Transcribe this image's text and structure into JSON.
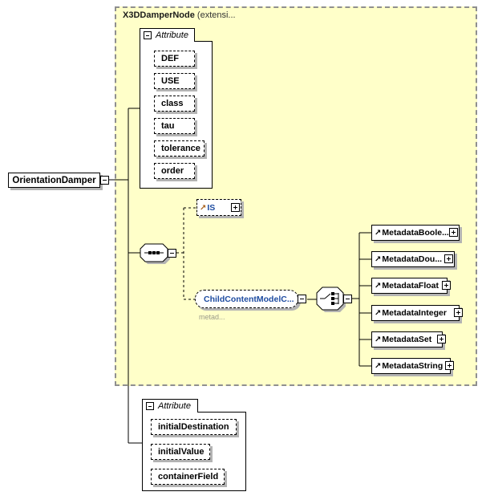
{
  "header": {
    "name_bold": "X3DDamperNode",
    "name_rest": " (extensi..."
  },
  "root": {
    "label": "OrientationDamper"
  },
  "attr_top": {
    "label": "Attribute",
    "items": [
      "DEF",
      "USE",
      "class",
      "tau",
      "tolerance",
      "order"
    ]
  },
  "is_ref": {
    "label": "IS"
  },
  "child_content": {
    "label": "ChildContentModelC...",
    "note": "metad..."
  },
  "metadata": {
    "items": [
      "MetadataBoole...",
      "MetadataDou...",
      "MetadataFloat",
      "MetadataInteger",
      "MetadataSet",
      "MetadataString"
    ]
  },
  "attr_bottom": {
    "label": "Attribute",
    "items": [
      "initialDestination",
      "initialValue",
      "containerField"
    ]
  },
  "icons": {
    "ref_arrow": "↗"
  },
  "colors": {
    "container_fill": "#ffffc9",
    "container_border": "#8f8f8f",
    "ref_text_blue": "#1e4ca1",
    "box_shadow": "#b3b3b3",
    "is_arrow_orange": "#a8611c"
  }
}
